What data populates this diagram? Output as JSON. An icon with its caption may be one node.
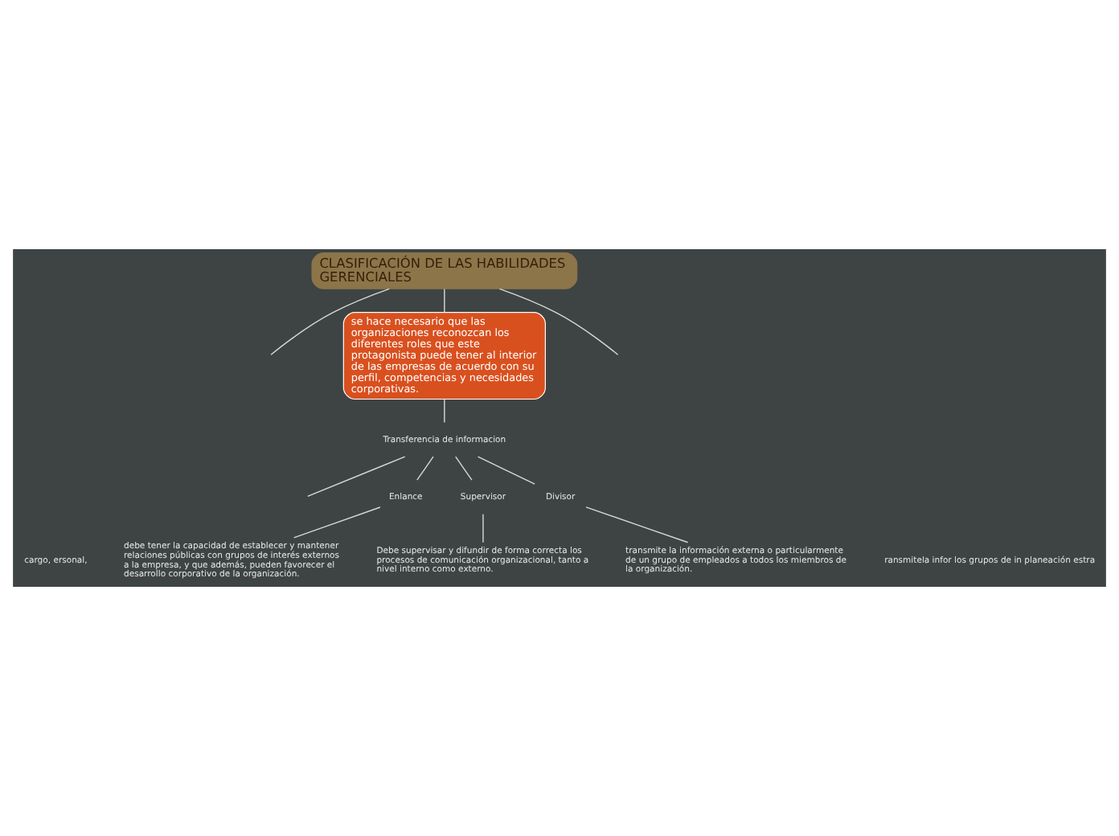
{
  "diagram": {
    "nodes": [
      {
        "text": [
          "CLASIFICACIÓN DE LAS HABILIDADES GERENCIALES"
        ]
      },
      {
        "text": [
          "se hace necesario que las organizaciones reconozcan los diferentes roles que este protagonista puede tener al interior de las empresas de acuerdo con su perfil, competencias y necesidades corporativas."
        ]
      },
      {
        "text": [
          "Transferencia de informacion"
        ]
      },
      {
        "text": [
          "Enlance"
        ]
      },
      {
        "text": [
          "Supervisor"
        ]
      },
      {
        "text": [
          "Divisor"
        ]
      },
      {
        "text": [
          "cargo, ersonal,"
        ]
      },
      {
        "text": [
          "debe tener la capacidad de establecer y mantener relaciones públicas con grupos de interés externos a la empresa, y que además, pueden favorecer el desarrollo corporativo de la organización."
        ]
      },
      {
        "text": [
          "Debe supervisar y difundir de forma correcta los procesos de comunicación organizacional, tanto a nivel interno como externo."
        ]
      },
      {
        "text": [
          "transmite la información externa o particularmente de un grupo de empleados a todos los miembros de la organización."
        ]
      },
      {
        "text": [
          "ransmitela infor los grupos de in planeación estra"
        ]
      }
    ],
    "edges": [
      {
        "from": 0,
        "to": 1,
        "arrow": "none"
      },
      {
        "from": 0,
        "to": null,
        "arrow": "none"
      },
      {
        "from": 0,
        "to": null,
        "arrow": "none"
      },
      {
        "from": 1,
        "to": 2,
        "arrow": "none"
      },
      {
        "from": 2,
        "to": 3,
        "arrow": "none"
      },
      {
        "from": 2,
        "to": 4,
        "arrow": "none"
      },
      {
        "from": 2,
        "to": 5,
        "arrow": "none"
      },
      {
        "from": 2,
        "to": null,
        "arrow": "none"
      },
      {
        "from": 3,
        "to": 7,
        "arrow": "none"
      },
      {
        "from": 4,
        "to": 8,
        "arrow": "none"
      },
      {
        "from": 5,
        "to": 9,
        "arrow": "none"
      }
    ]
  }
}
